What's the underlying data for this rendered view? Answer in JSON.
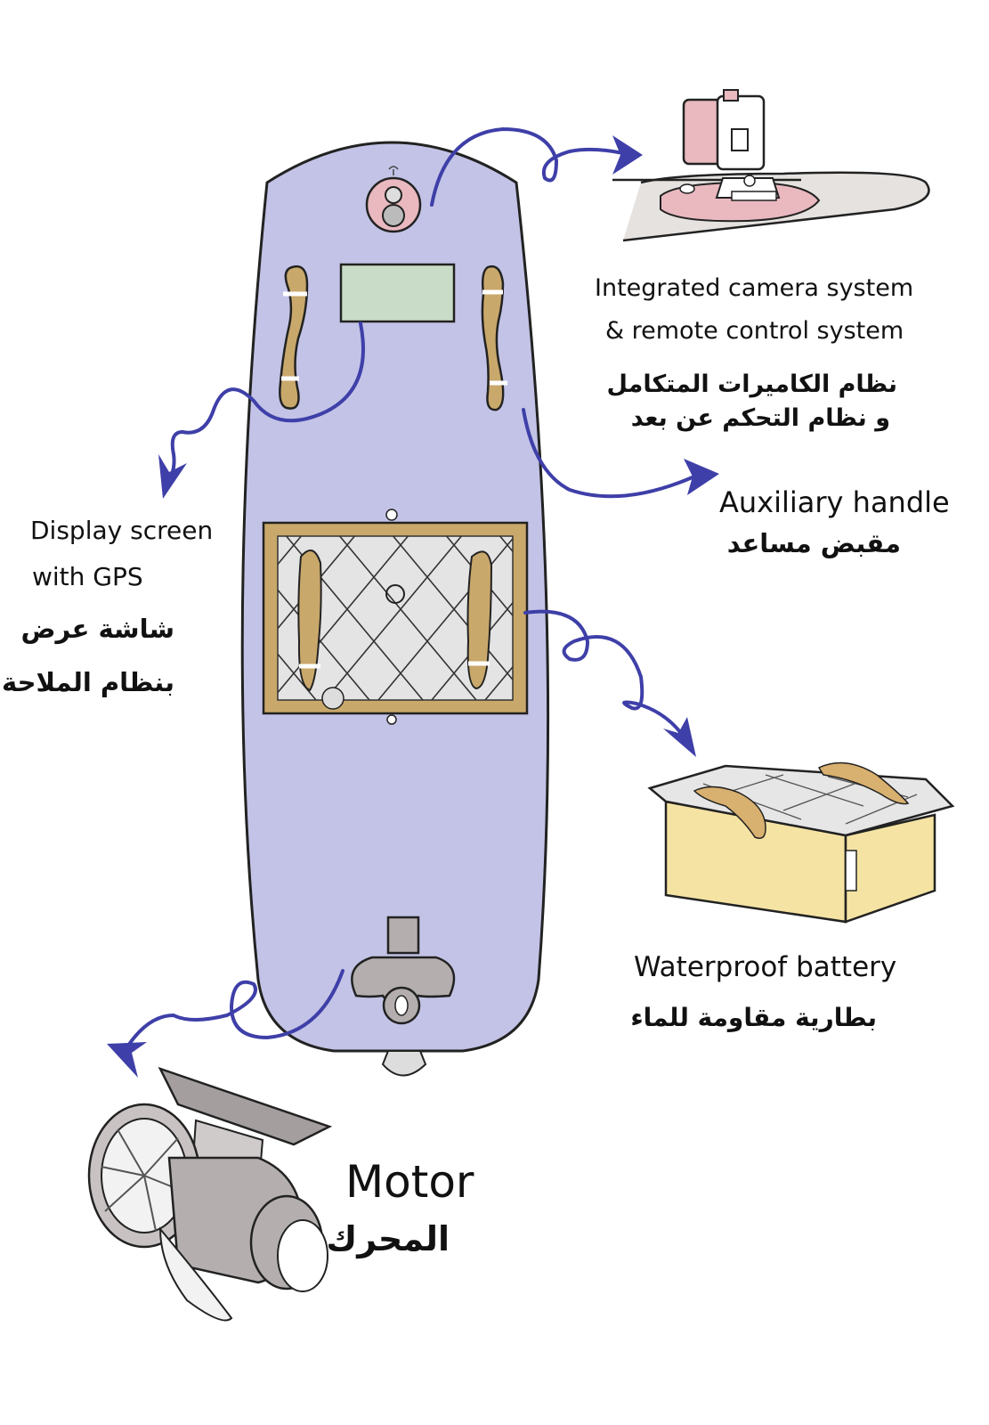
{
  "labels": {
    "camera_en_1": "Integrated camera system",
    "camera_en_2": "& remote control system",
    "camera_ar_1": "نظام الكاميرات المتكامل",
    "camera_ar_2": "و نظام التحكم عن بعد",
    "handle_en": "Auxiliary handle",
    "handle_ar": "مقبض مساعد",
    "display_en_1": "Display screen",
    "display_en_2": "with GPS",
    "display_ar_1": "شاشة عرض",
    "display_ar_2": "بنظام الملاحة",
    "battery_en": "Waterproof battery",
    "battery_ar": "بطارية مقاومة للماء",
    "motor_en": "Motor",
    "motor_ar": "المحرك"
  },
  "colors": {
    "board": "#c2c3e6",
    "arrow": "#3e3fa8",
    "handle": "#c9a86b",
    "screen": "#c8dcc8",
    "camera_pink": "#e9b9bf",
    "battery": "#f5e3a3",
    "motor_gray": "#b4aeae"
  }
}
